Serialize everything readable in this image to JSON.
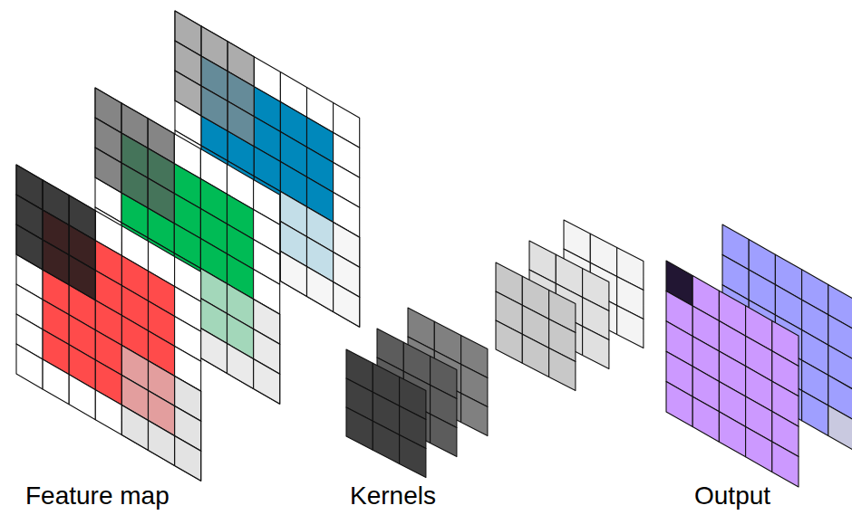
{
  "diagram": {
    "labels": [
      "Feature map",
      "Kernels",
      "Output"
    ]
  }
}
